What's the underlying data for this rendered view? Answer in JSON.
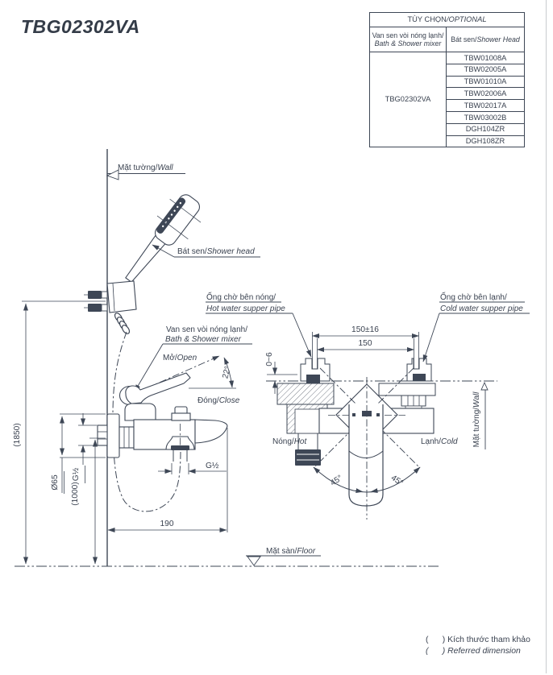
{
  "title": "TBG02302VA",
  "optional_table": {
    "header": {
      "vi": "TÙY CHỌN",
      "en": "/OPTIONAL"
    },
    "col_mixer": {
      "vi": "Van sen vòi nóng lạnh/",
      "en": "Bath & Shower mixer"
    },
    "col_head": {
      "vi": "Bát sen/",
      "en": "Shower Head"
    },
    "mixer_code": "TBG02302VA",
    "shower_heads": [
      "TBW01008A",
      "TBW02005A",
      "TBW01010A",
      "TBW02006A",
      "TBW02017A",
      "TBW03002B",
      "DGH104ZR",
      "DGH108ZR"
    ]
  },
  "labels": {
    "wall_top": {
      "vi": "Mặt tường/",
      "en": "Wall"
    },
    "shower_head": {
      "vi": "Bát sen/",
      "en": "Shower head"
    },
    "hot_pipe": {
      "vi": "Ống chờ bên nóng/",
      "en": "Hot water supper pipe"
    },
    "cold_pipe": {
      "vi": "Ống chờ bên lạnh/",
      "en": "Cold water supper pipe"
    },
    "mixer_valve": {
      "vi": "Van sen vòi nóng lạnh/",
      "en": "Bath & Shower mixer"
    },
    "open": {
      "vi": "Mở/",
      "en": "Open"
    },
    "close": {
      "vi": "Đóng/",
      "en": "Close"
    },
    "hot": {
      "vi": "Nóng/",
      "en": "Hot"
    },
    "cold": {
      "vi": "Lạnh/",
      "en": "Cold"
    },
    "wall_right": {
      "vi": "Mặt tường/",
      "en": "Wall"
    },
    "floor": {
      "vi": "Mặt sàn/",
      "en": "Floor"
    }
  },
  "dims": {
    "pipe_spacing_tolerance": "150±16",
    "pipe_spacing": "150",
    "wall_protrusion": "0~6",
    "shower_height": "(1850)",
    "mixer_height": "(1000)",
    "flange_diameter": "Ø65",
    "wall_thread": "G½",
    "spout_thread": "G½",
    "spout_reach": "190",
    "swing_left": "45°",
    "swing_right": "45°",
    "handle_angle": "22°"
  },
  "legend": {
    "line1": "(      ) Kích thước tham khảo",
    "line2": "(      ) Referred dimension"
  },
  "colors": {
    "line": "#3e4756",
    "text": "#3a4250",
    "title": "#343c48",
    "page_border": "#c9cccf"
  }
}
